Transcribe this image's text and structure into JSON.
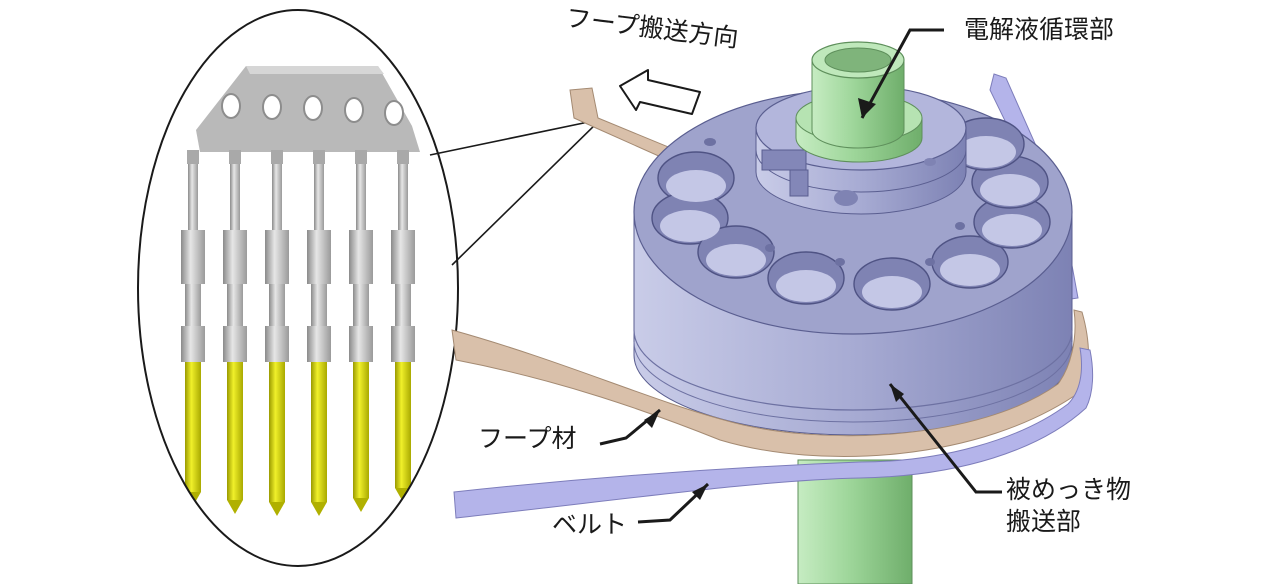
{
  "labels": {
    "hoop_direction": "フープ搬送方向",
    "electrolyte": "電解液循環部",
    "hoop_material": "フープ材",
    "belt": "ベルト",
    "plated_line1": "被めっき物",
    "plated_line2": "搬送部"
  },
  "colors": {
    "drum": "#a8acd4",
    "drum_top": "#9fa3cc",
    "pipe": "#9ed69a",
    "hoop": "#d9c0aa",
    "belt": "#b4b4ea",
    "pin_gold": "#d8d800",
    "pin_silver": "#c8c8c8",
    "carrier": "#b9b9b9"
  },
  "zoom": {
    "pin_count": 6,
    "carrier_hole_count": 5
  }
}
